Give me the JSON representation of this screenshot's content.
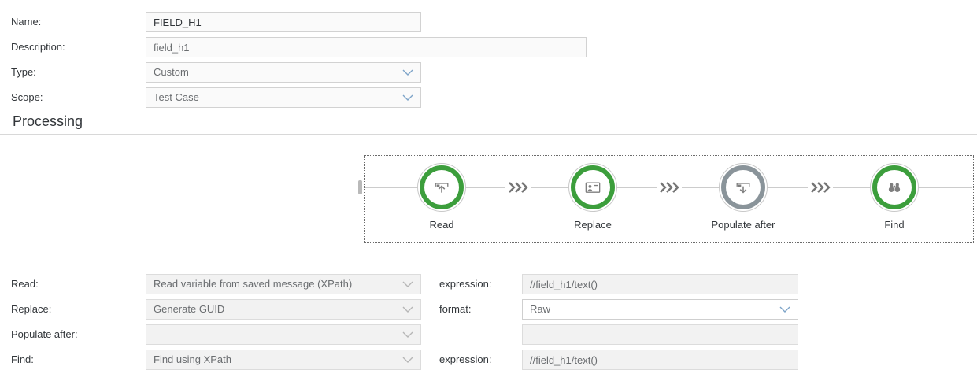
{
  "details_form": {
    "rows": [
      {
        "label": "Name:",
        "value": "FIELD_H1",
        "control": "input"
      },
      {
        "label": "Description:",
        "value": "field_h1",
        "control": "input"
      },
      {
        "label": "Type:",
        "value": "Custom",
        "control": "select"
      },
      {
        "label": "Scope:",
        "value": "Test Case",
        "control": "select"
      }
    ]
  },
  "section": {
    "title": "Processing"
  },
  "process_flow": {
    "nodes": [
      {
        "label": "Read",
        "icon": "upload-icon",
        "state": "active"
      },
      {
        "label": "Replace",
        "icon": "contact-card-icon",
        "state": "active"
      },
      {
        "label": "Populate after",
        "icon": "download-icon",
        "state": "inactive"
      },
      {
        "label": "Find",
        "icon": "binoculars-icon",
        "state": "active"
      }
    ],
    "connector_icon": "triple-chevron-right-icon",
    "colors": {
      "active_ring": "#3c9e3c",
      "inactive_ring": "#8a949a",
      "icon_gray": "#7e7e7e",
      "connector_line": "#cccccc"
    }
  },
  "processing_form": {
    "rows": [
      {
        "label": "Read:",
        "operation": "Read variable from saved message (XPath)",
        "param_label": "expression:",
        "param_value": "//field_h1/text()",
        "param_control": "input"
      },
      {
        "label": "Replace:",
        "operation": "Generate GUID",
        "param_label": "format:",
        "param_value": "Raw",
        "param_control": "select"
      },
      {
        "label": "Populate after:",
        "operation": "",
        "param_label": "",
        "param_value": "",
        "param_control": "input"
      },
      {
        "label": "Find:",
        "operation": "Find using XPath",
        "param_label": "expression:",
        "param_value": "//field_h1/text()",
        "param_control": "input"
      }
    ]
  },
  "colors": {
    "select_chevron_blue": "#7da4c8",
    "select_chevron_gray": "#b6b6b6",
    "label_text": "#32363a",
    "muted_text": "#6a6d70"
  }
}
